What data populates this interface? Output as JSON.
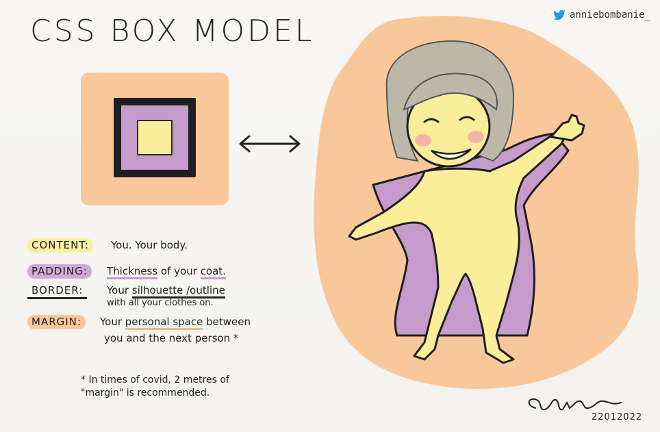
{
  "title": "CSS BOX MODEL",
  "credit": {
    "handle": "anniebombanie_",
    "icon": "twitter-bird-icon",
    "icon_color": "#1d9bf0"
  },
  "colors": {
    "content": "#fbee9a",
    "padding": "#c59bcb",
    "border": "#1f1d1f",
    "margin": "#f9c89a"
  },
  "legend": {
    "content": {
      "term": "CONTENT:",
      "text": "You. Your body."
    },
    "padding": {
      "term": "PADDING:",
      "text_a": "Thickness",
      "text_b": " of your ",
      "text_c": "coat."
    },
    "border": {
      "term": "BORDER:",
      "text_a": "Your ",
      "text_b": "silhouette /outline",
      "text_c": "with all your clothes on."
    },
    "margin": {
      "term": "MARGIN:",
      "text_a": "Your ",
      "text_b": "personal space",
      "text_c": " between",
      "text_d": "you and the next person *"
    }
  },
  "footnote": {
    "line1": "* In times of covid, 2 metres of",
    "line2": "\"margin\" is recommended."
  },
  "signature": {
    "date": "22012022"
  }
}
